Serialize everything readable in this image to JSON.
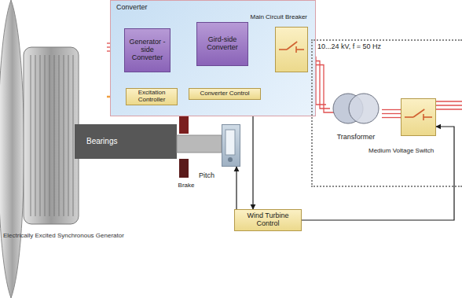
{
  "diagram": {
    "nodes": [
      {
        "text": [
          "Converter"
        ]
      },
      {
        "text": [
          "Generator -side Converter"
        ],
        "in": 0
      },
      {
        "text": [
          "Gird-side Converter"
        ],
        "in": 0
      },
      {
        "text": [
          "Main Circuit Breaker"
        ],
        "in": 0
      },
      {
        "text": [
          "Excitation Controller"
        ],
        "in": 0
      },
      {
        "text": [
          "Converter Control"
        ],
        "in": 0
      },
      {
        "text": [
          "10...24 kV, f = 50 Hz"
        ]
      },
      {
        "text": [
          "Transformer"
        ],
        "in": 6
      },
      {
        "text": [
          "Medium Voltage Switch"
        ],
        "in": 6
      },
      {
        "text": [
          "Electrically Excited Synchronous Generator"
        ]
      },
      {
        "text": [
          "Brake"
        ]
      },
      {
        "text": [
          "Pitch"
        ]
      },
      {
        "text": [
          "Wind Turbine Control"
        ]
      }
    ],
    "edges": [
      {
        "from": 9,
        "to": 1,
        "arrow": "none"
      },
      {
        "from": 1,
        "to": 2,
        "arrow": "none"
      },
      {
        "from": 2,
        "to": 3,
        "arrow": "none"
      },
      {
        "from": 3,
        "to": 7,
        "arrow": "none"
      },
      {
        "from": 7,
        "to": 8,
        "arrow": "none"
      },
      {
        "from": 5,
        "to": 4,
        "arrow": "to"
      },
      {
        "from": 5,
        "to": 1,
        "arrow": "to"
      },
      {
        "from": 5,
        "to": 2,
        "arrow": "to"
      },
      {
        "from": 5,
        "to": 3,
        "arrow": "to"
      },
      {
        "from": 5,
        "to": 12,
        "arrow": "both"
      },
      {
        "from": 4,
        "to": 9,
        "arrow": "none"
      },
      {
        "from": 12,
        "to": 11,
        "arrow": "to"
      },
      {
        "from": 12,
        "to": 8,
        "arrow": "to"
      }
    ],
    "labels": [
      "Bearings"
    ]
  }
}
